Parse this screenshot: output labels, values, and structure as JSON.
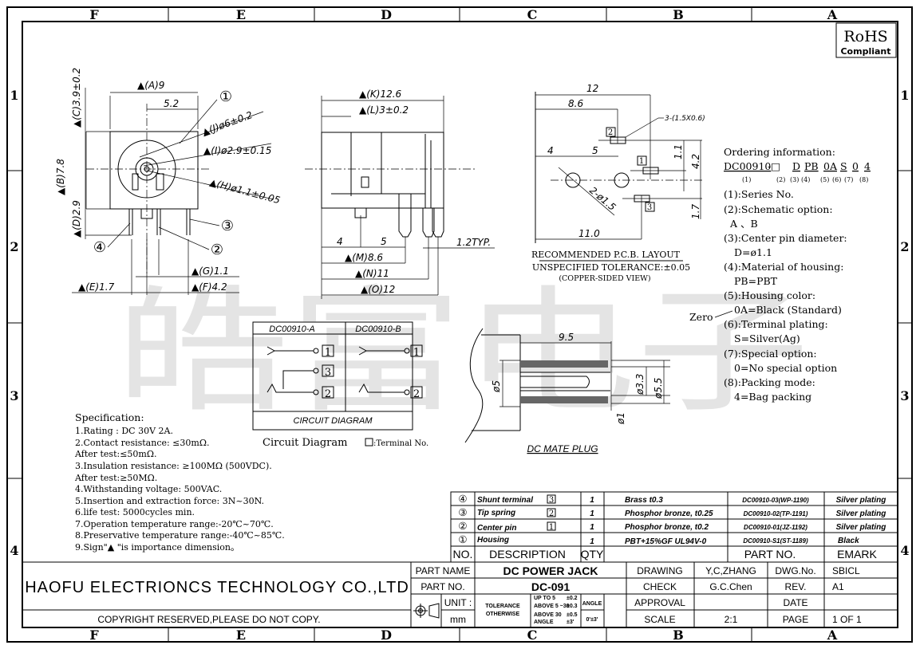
{
  "zones": {
    "columns": [
      "F",
      "E",
      "D",
      "C",
      "B",
      "A"
    ],
    "rows": [
      "1",
      "2",
      "3",
      "4"
    ]
  },
  "rohs": {
    "title": "RoHS",
    "subtitle": "Compliant"
  },
  "watermark": "皓富电子",
  "front_view": {
    "dims": [
      "▲(A)9",
      "5.2",
      "▲(C)3.9±0.2",
      "▲(B)7.8",
      "▲(D)2.9",
      "▲(J)ø6±0.2",
      "▲(I)ø2.9±0.15",
      "▲(H)ø1.1±0.05",
      "▲(G)1.1",
      "▲(F)4.2",
      "▲(E)1.7"
    ],
    "callouts": [
      "①",
      "②",
      "③",
      "④"
    ]
  },
  "side_view": {
    "dims": [
      "▲(K)12.6",
      "▲(L)3±0.2",
      "4",
      "5",
      "▲(M)8.6",
      "▲(N)11",
      "▲(O)12",
      "1.2TYP."
    ]
  },
  "pcb_layout": {
    "dims": [
      "12",
      "8.6",
      "4",
      "5",
      "11.0",
      "3-(1.5X0.6)",
      "2-ø1.5",
      "1.1",
      "4.2",
      "1.7"
    ],
    "terminals": [
      "2",
      "1",
      "3"
    ],
    "title": "RECOMMENDED P.C.B. LAYOUT",
    "tolerance": "UNSPECIFIED TOLERANCE:±0.05",
    "note": "(COPPER-SIDED VIEW)"
  },
  "ordering": {
    "title": "Ordering information:",
    "code_parts": [
      "DC00910",
      "-□",
      "D",
      "PB",
      "0A",
      "S",
      "0",
      "4"
    ],
    "code_indices": [
      "(1)",
      "(2)",
      "(3)",
      "(4)",
      "(5)",
      "(6)",
      "(7)",
      "(8)"
    ],
    "lines": [
      "(1):Series No.",
      "(2):Schematic option:",
      "   A 、B",
      "(3):Center pin diameter:",
      "   D=ø1.1",
      "(4):Material of housing:",
      "   PB=PBT",
      "(5):Housing color:",
      "   0A=Black (Standard)",
      "(6):Terminal plating:",
      "    S=Silver(Ag)",
      "(7):Special option:",
      "   0=No special option",
      "(8):Packing mode:",
      "   4=Bag packing"
    ],
    "zero_label": "Zero"
  },
  "circuit": {
    "col_a": "DC00910-A",
    "col_b": "DC00910-B",
    "terminals_a": [
      "1",
      "3",
      "2"
    ],
    "terminals_b": [
      "1",
      "2"
    ],
    "footer": "CIRCUIT DIAGRAM",
    "caption": "Circuit Diagram",
    "legend": ":Terminal No."
  },
  "mate_plug": {
    "dims": [
      "9.5",
      "ø5",
      "ø3.3",
      "ø5.5",
      "ø1"
    ],
    "title": "DC MATE PLUG"
  },
  "specification": {
    "title": "Specification:",
    "lines": [
      "1.Rating : DC 30V 2A.",
      "2.Contact resistance: ≤30mΩ.",
      "  After test:≤50mΩ.",
      "3.Insulation resistance: ≥100MΩ (500VDC).",
      "  After test:≥50MΩ.",
      "4.Withstanding voltage: 500VAC.",
      "5.Insertion and extraction force: 3N~30N.",
      "6.life test: 5000cycles min.",
      "7.Operation temperature range:-20℃~70℃.",
      "8.Preservative temperature range:-40℃~85℃.",
      "9.Sign\"▲ \"is importance dimension。"
    ]
  },
  "parts_list": {
    "header": {
      "no": "NO.",
      "description": "DESCRIPTION",
      "qty": "QTY",
      "material": "",
      "part_no": "PART NO.",
      "remark": "EMARK"
    },
    "rows": [
      {
        "no": "④",
        "description": "Shunt terminal",
        "terminal": "3",
        "qty": "1",
        "material": "Brass t0.3",
        "part_no": "DC00910-03(WP-1190)",
        "remark": "Silver plating"
      },
      {
        "no": "③",
        "description": "Tip spring",
        "terminal": "2",
        "qty": "1",
        "material": "Phosphor bronze, t0.25",
        "part_no": "DC00910-02(TP-1191)",
        "remark": "Silver plating"
      },
      {
        "no": "②",
        "description": "Center pin",
        "terminal": "1",
        "qty": "1",
        "material": "Phosphor bronze, t0.2",
        "part_no": "DC00910-01(JZ-1192)",
        "remark": "Silver plating"
      },
      {
        "no": "①",
        "description": "Housing",
        "terminal": "",
        "qty": "1",
        "material": "PBT+15%GF UL94V-0",
        "part_no": "DC00910-S1(ST-1189)",
        "remark": "Black"
      }
    ]
  },
  "title_block": {
    "company": "HAOFU ELECTRIONCS TECHNOLOGY CO.,LTD",
    "copyright": "COPYRIGHT RESERVED,PLEASE DO NOT COPY.",
    "part_name_label": "PART NAME",
    "part_name": "DC POWER JACK",
    "part_no_label": "PART NO.",
    "part_no": "DC-091",
    "unit_label": "UNIT :",
    "unit": "mm",
    "tolerance_label": [
      "TOLERANCE",
      "OTHERWISE"
    ],
    "tolerance_ranges": [
      "UP TO 5",
      "ABOVE 5 ~30",
      "ABOVE 30",
      "ANGLE"
    ],
    "tolerance_values": [
      "±0.2",
      "±0.3",
      "±0.5",
      "±3'"
    ],
    "angle_label": "ANGLE",
    "angle_value": "0'±3'",
    "drawing_label": "DRAWING",
    "drawing": "Y,C,ZHANG",
    "check_label": "CHECK",
    "check": "G.C.Chen",
    "approval_label": "APPROVAL",
    "approval": "",
    "scale_label": "SCALE",
    "scale": "2:1",
    "dwg_no_label": "DWG.No.",
    "dwg_no": "SBICL",
    "rev_label": "REV.",
    "rev": "A1",
    "date_label": "DATE",
    "date": "",
    "page_label": "PAGE",
    "page": "1 OF 1"
  }
}
